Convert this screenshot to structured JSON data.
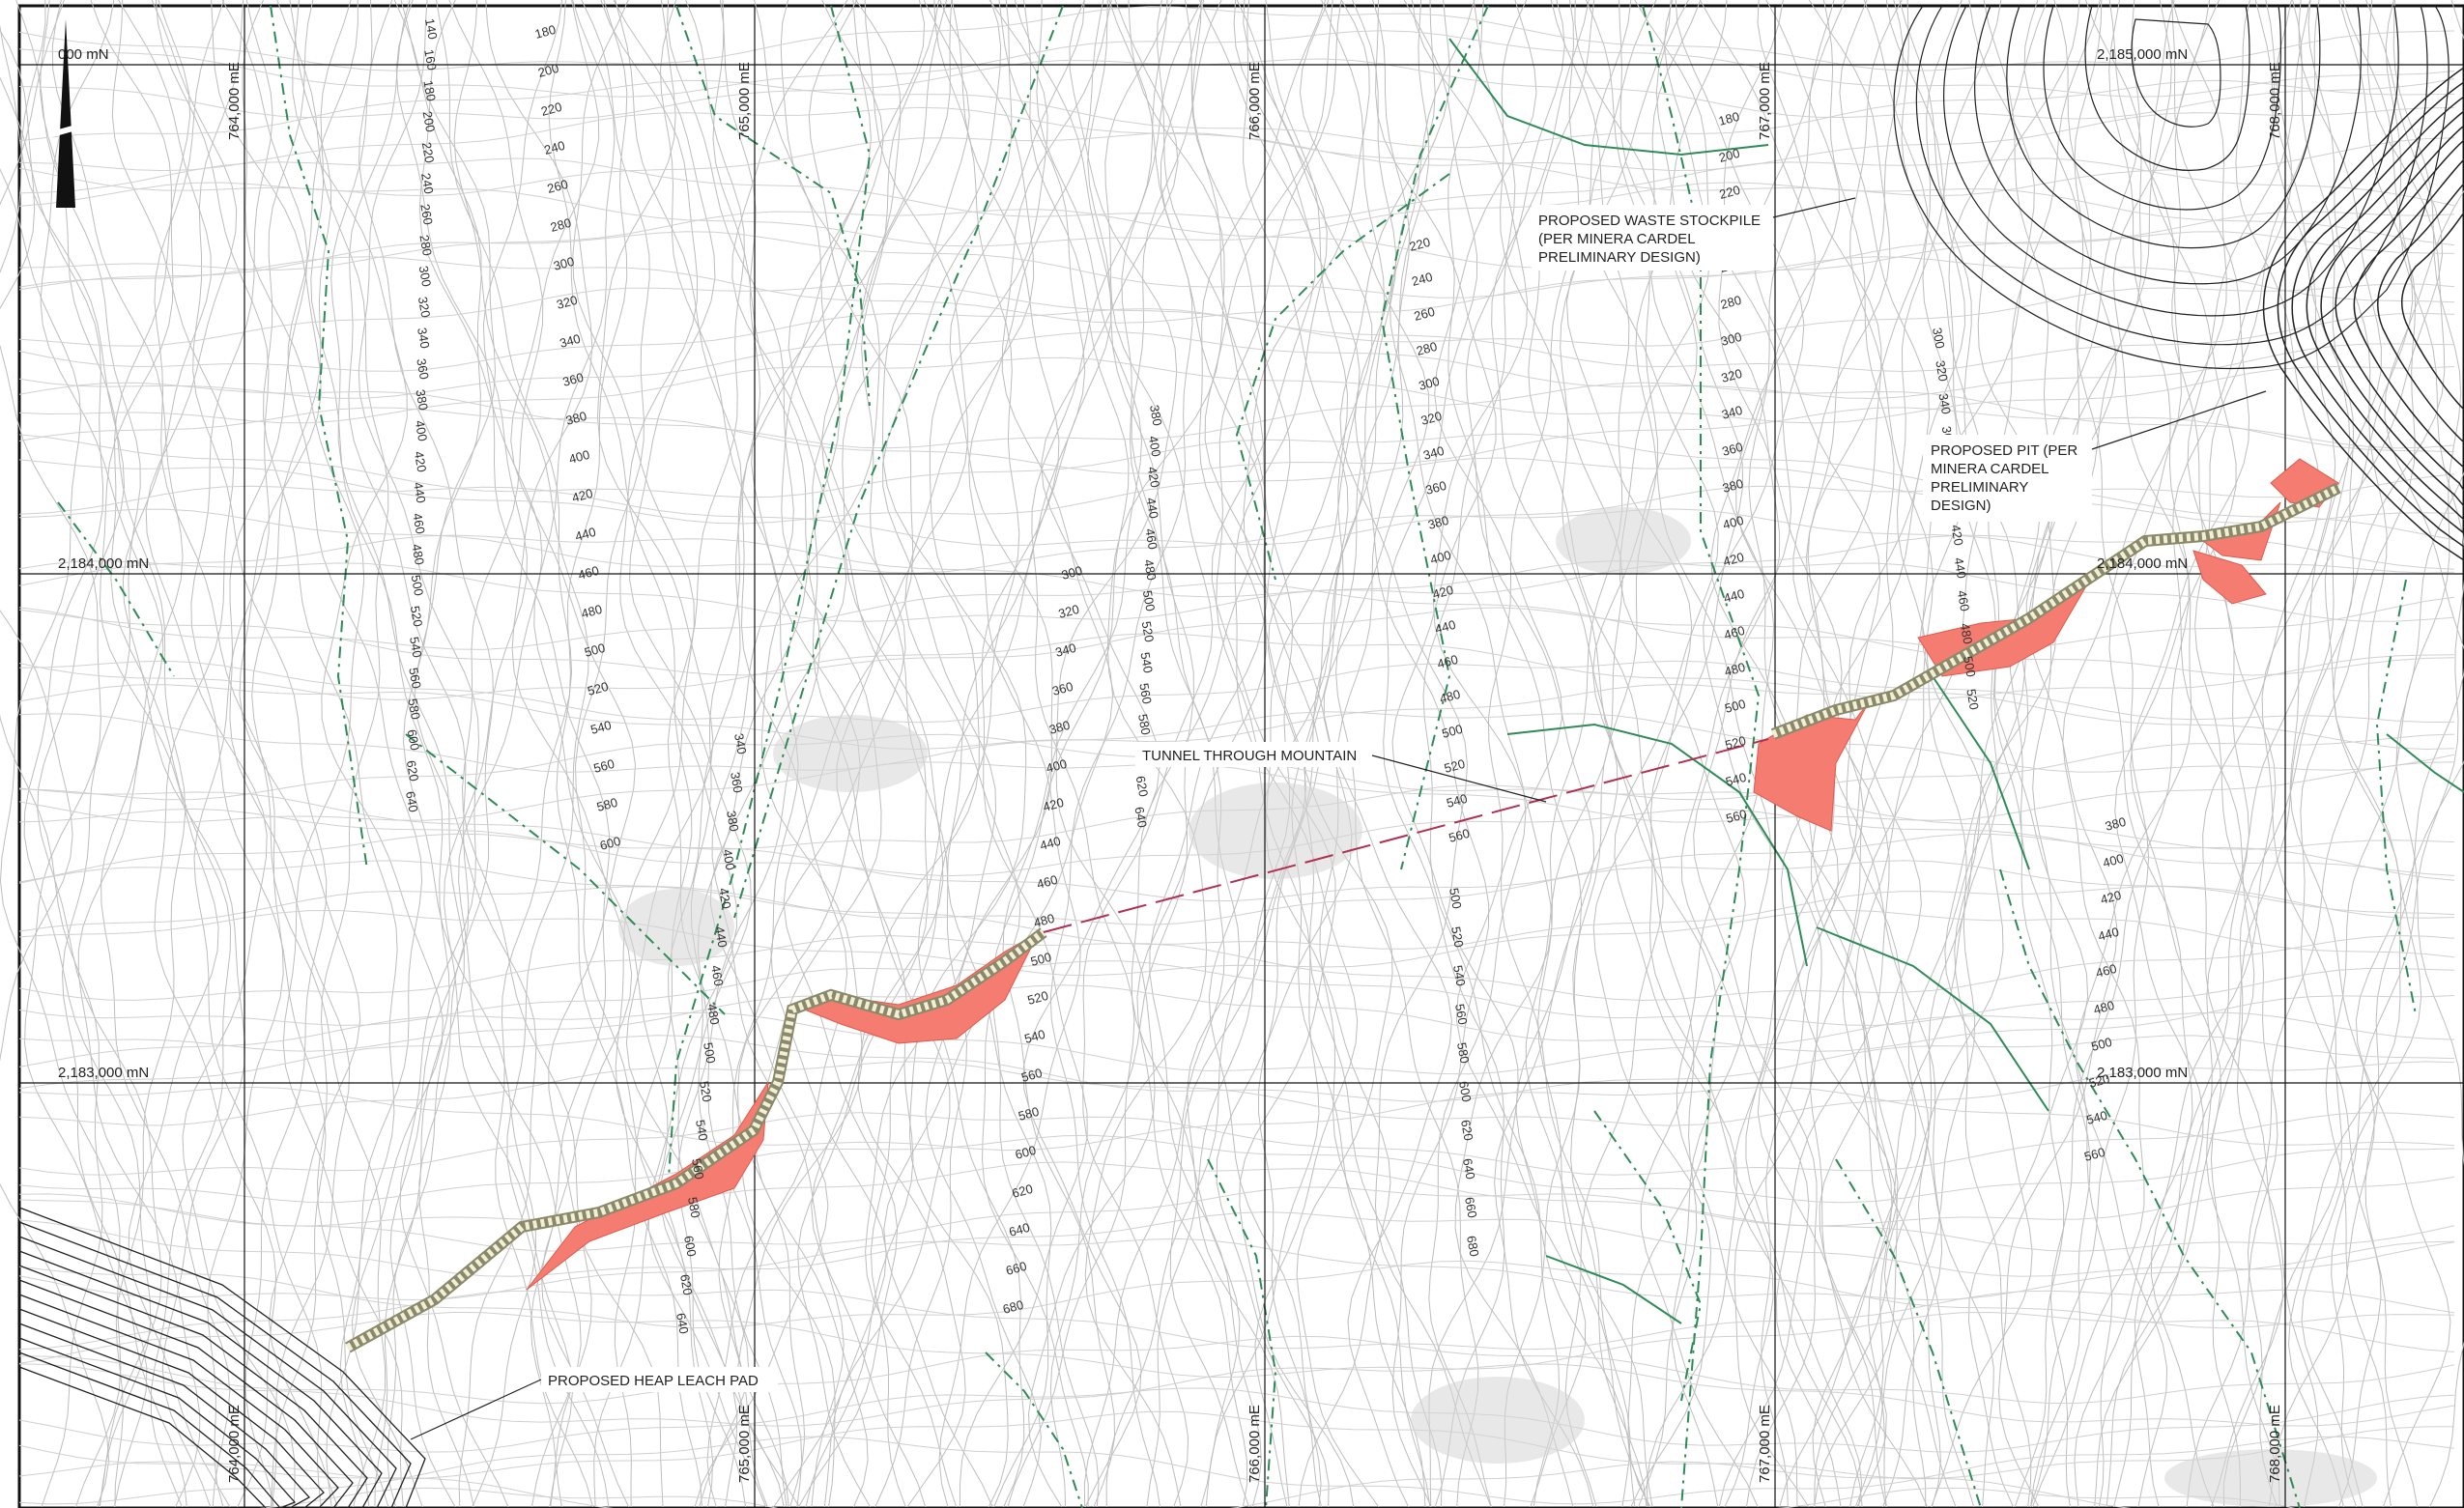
{
  "grid": {
    "easting_lines": [
      {
        "label": "764,000 mE",
        "value": 764000
      },
      {
        "label": "765,000 mE",
        "value": 765000
      },
      {
        "label": "766,000 mE",
        "value": 766000
      },
      {
        "label": "767,000 mE",
        "value": 767000
      },
      {
        "label": "768,000 mE",
        "value": 768000
      }
    ],
    "northing_lines": [
      {
        "label": "2,185,000 mN",
        "label_left": "000 mN",
        "value": 2185000
      },
      {
        "label": "2,184,000 mN",
        "label_left": "2,184,000 mN",
        "value": 2184000
      },
      {
        "label": "2,183,000 mN",
        "label_left": "2,183,000 mN",
        "value": 2183000
      }
    ]
  },
  "callouts": {
    "waste_stockpile": [
      "PROPOSED WASTE STOCKPILE",
      "(PER MINERA CARDEL",
      "PRELIMINARY DESIGN)"
    ],
    "pit": [
      "PROPOSED PIT (PER",
      "MINERA CARDEL",
      "PRELIMINARY",
      "DESIGN)"
    ],
    "tunnel": [
      "TUNNEL THROUGH MOUNTAIN"
    ],
    "heap_leach": [
      "PROPOSED HEAP LEACH PAD"
    ]
  },
  "contour_labels": [
    "140",
    "160",
    "180",
    "200",
    "220",
    "240",
    "260",
    "280",
    "300",
    "320",
    "340",
    "360",
    "380",
    "400",
    "420",
    "440",
    "460",
    "480",
    "500",
    "520",
    "540",
    "560",
    "580",
    "600",
    "620",
    "640",
    "660",
    "680"
  ],
  "colors": {
    "grid": "#111111",
    "contour": "#b9b9b9",
    "drainage": "#2e8b57",
    "road_fill": "#f47c70",
    "road_line": "#8a8a6a",
    "tunnel": "#b03050",
    "structures": "#222222"
  }
}
